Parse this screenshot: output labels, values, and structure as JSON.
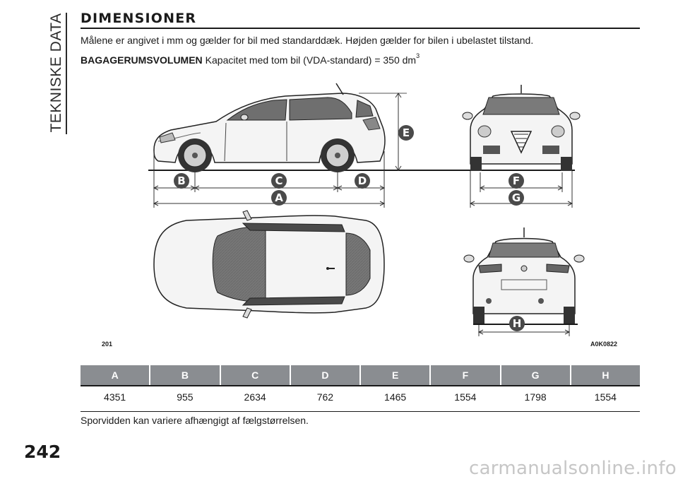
{
  "section_tab": "TEKNISKE DATA",
  "title": "DIMENSIONER",
  "intro": "Målene er angivet i mm og gælder for bil med standarddæk. Højden gælder for bilen i ubelastet tilstand.",
  "cargo": {
    "label": "BAGAGERUMSVOLUMEN",
    "text": "Kapacitet med tom bil (VDA-standard) = 350 dm",
    "superscript": "3"
  },
  "figure": {
    "number": "201",
    "code": "A0K0822",
    "markers": [
      "A",
      "B",
      "C",
      "D",
      "E",
      "F",
      "G",
      "H"
    ]
  },
  "table": {
    "headers": [
      "A",
      "B",
      "C",
      "D",
      "E",
      "F",
      "G",
      "H"
    ],
    "values": [
      "4351",
      "955",
      "2634",
      "762",
      "1465",
      "1554",
      "1798",
      "1554"
    ]
  },
  "footnote": "Sporvidden kan variere afhængigt af fælgstørrelsen.",
  "page_number": "242",
  "watermark": "carmanualsonline.info"
}
